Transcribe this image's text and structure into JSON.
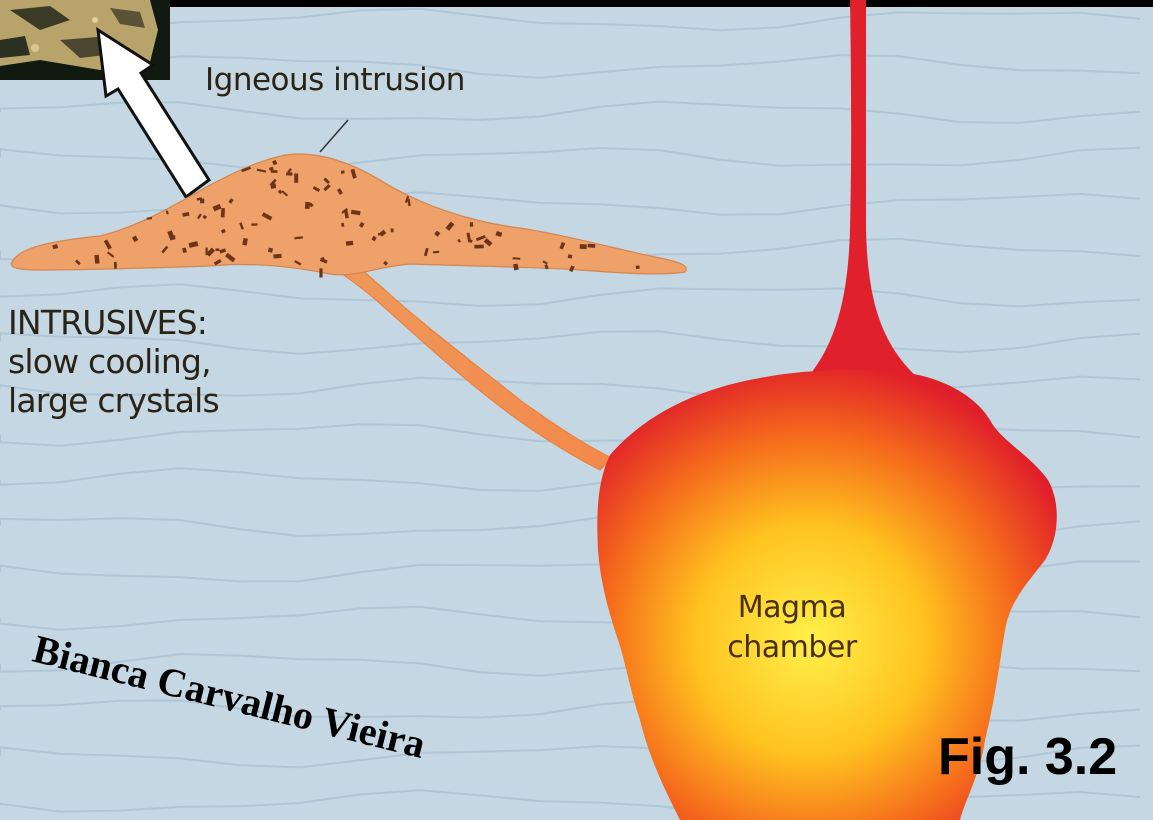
{
  "diagram": {
    "labels": {
      "igneous_intrusion": "Igneous intrusion",
      "intrusives_title": "INTRUSIVES:",
      "intrusives_line1": "slow cooling,",
      "intrusives_line2": "large crystals",
      "magma_line1": "Magma",
      "magma_line2": "chamber"
    },
    "figure_label": "Fig. 3.2",
    "author": "Bianca Carvalho Vieira",
    "colors": {
      "background": "#c4d7e3",
      "strata_lines": "#aec6d5",
      "intrusion_fill": "#eea269",
      "magma_outer": "#e0202a",
      "magma_core": "#fff04a",
      "arrow": "#ffffff",
      "top_bar": "#000000"
    }
  }
}
